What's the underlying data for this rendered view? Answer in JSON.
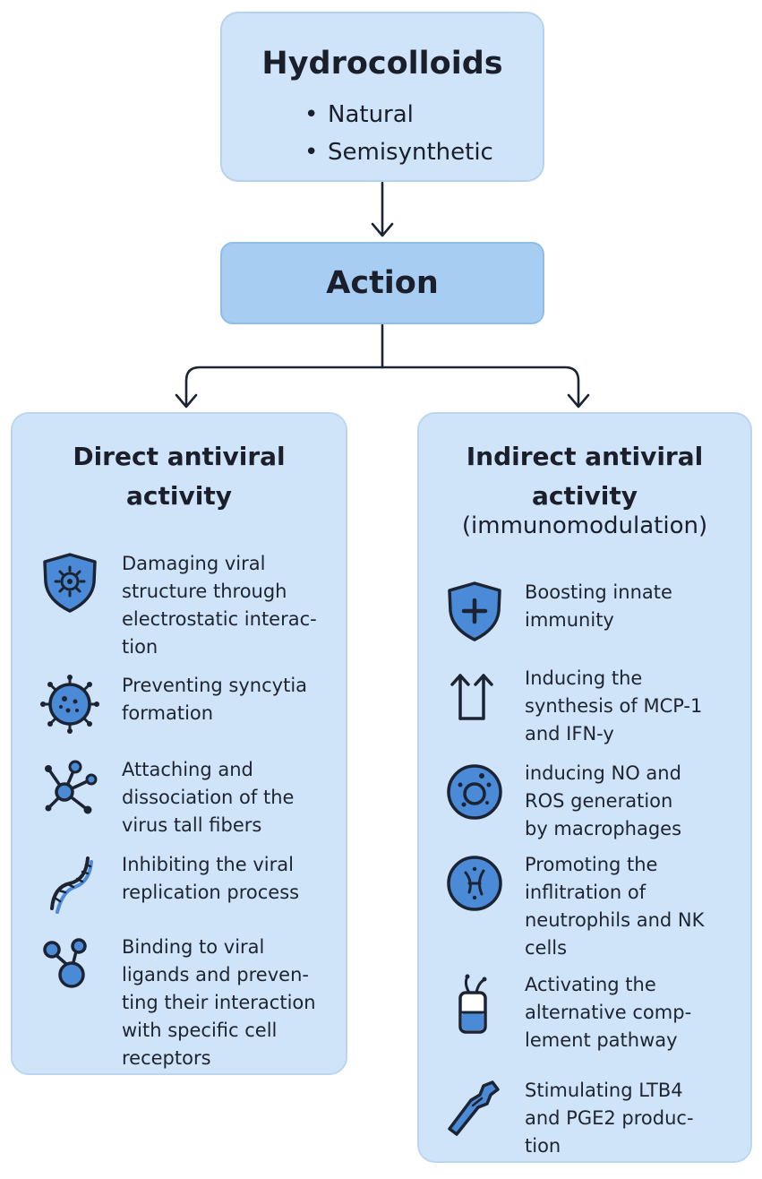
{
  "top": {
    "title": "Hydrocolloids",
    "items": [
      "Natural",
      "Semisynthetic"
    ]
  },
  "action": {
    "title": "Action"
  },
  "left": {
    "title_lines": [
      "Direct antiviral",
      "activity"
    ],
    "items": [
      {
        "icon": "shield-virus-icon",
        "lines": [
          "Damaging viral",
          "structure through",
          "electrostatic interac-",
          "tion"
        ]
      },
      {
        "icon": "virus-cell-icon",
        "lines": [
          "Preventing syncytia",
          "formation"
        ]
      },
      {
        "icon": "fiber-network-icon",
        "lines": [
          "Attaching and",
          "dissociation of the",
          "virus tall fibers"
        ]
      },
      {
        "icon": "dna-helix-icon",
        "lines": [
          "Inhibiting the viral",
          "replication process"
        ]
      },
      {
        "icon": "molecule-icon",
        "lines": [
          "Binding to viral",
          "ligands and preven-",
          "ting their interaction",
          "with specific cell",
          "receptors"
        ]
      }
    ]
  },
  "right": {
    "title_lines": [
      "Indirect antiviral",
      "activity"
    ],
    "subtitle": "(immunomodulation)",
    "items": [
      {
        "icon": "shield-plus-icon",
        "lines": [
          "Boosting innate",
          "immunity"
        ]
      },
      {
        "icon": "up-arrows-icon",
        "lines": [
          "Inducing the",
          "synthesis of MCP-1",
          "and IFN-y"
        ]
      },
      {
        "icon": "macrophage-icon",
        "lines": [
          "inducing NO and",
          "ROS generation",
          "by macrophages"
        ]
      },
      {
        "icon": "nk-cell-icon",
        "lines": [
          "Promoting the",
          "inflitration of",
          "neutrophils and NK",
          "cells"
        ]
      },
      {
        "icon": "complement-icon",
        "lines": [
          "Activating the",
          "alternative comp-",
          "lement pathway"
        ]
      },
      {
        "icon": "tissue-icon",
        "lines": [
          "Stimulating LTB4",
          "and PGE2 produc-",
          "tion"
        ]
      }
    ]
  },
  "colors": {
    "box_fill": "#cfe4f8",
    "action_fill": "#a7cdf2",
    "icon_fill": "#4a8ad6",
    "icon_stroke": "#1c2433"
  }
}
